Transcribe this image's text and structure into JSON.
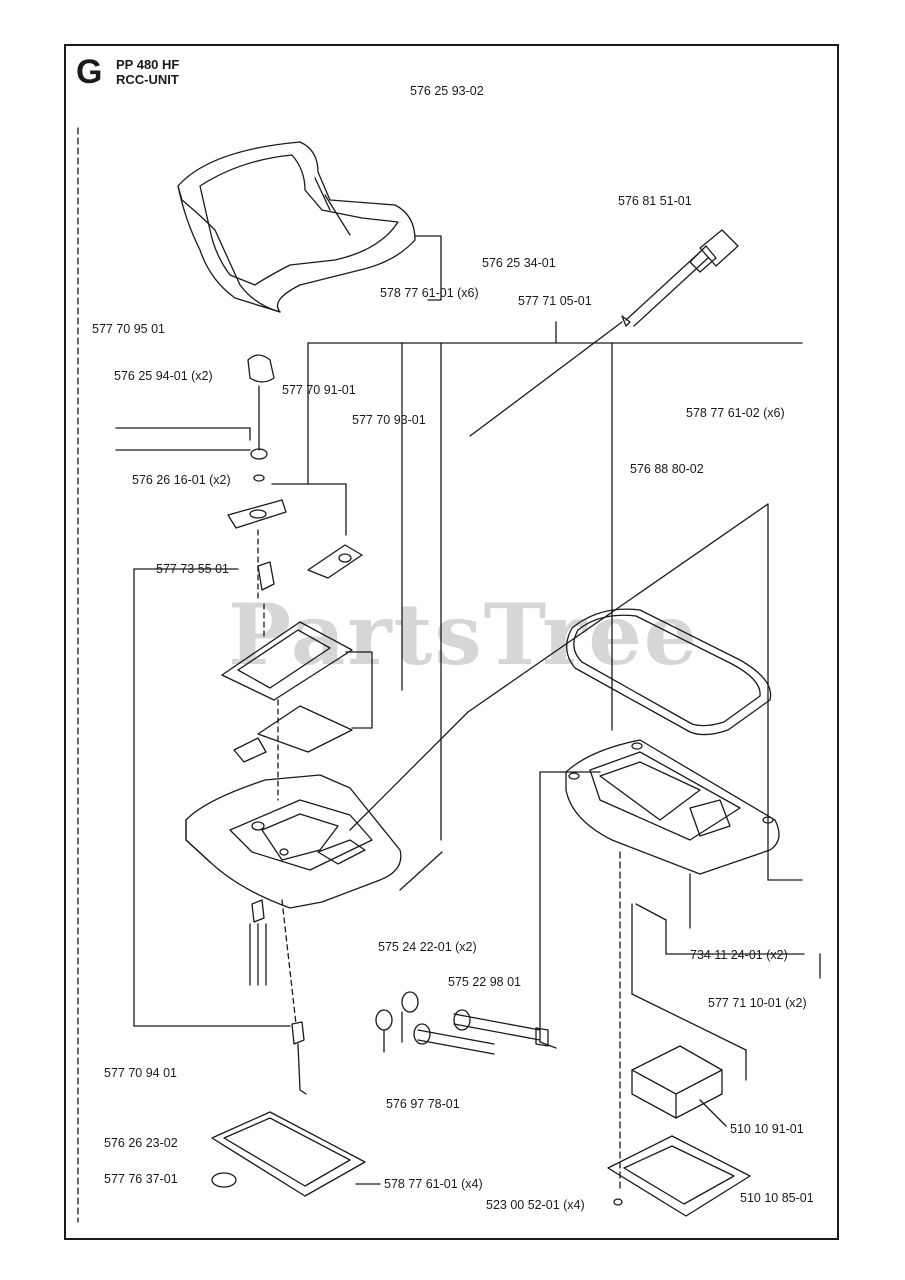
{
  "section": {
    "letter": "G",
    "model": "PP 480 HF",
    "assembly": "RCC-UNIT"
  },
  "watermark": "PartsTree",
  "parts": [
    {
      "id": "p01",
      "number": "576 25 93-02"
    },
    {
      "id": "p02",
      "number": "576 81 51-01"
    },
    {
      "id": "p03",
      "number": "576 25 34-01"
    },
    {
      "id": "p04",
      "number": "578 77 61-01 (x6)"
    },
    {
      "id": "p05",
      "number": "577 71 05-01"
    },
    {
      "id": "p06",
      "number": "577 70 95 01"
    },
    {
      "id": "p07",
      "number": "576 25 94-01 (x2)"
    },
    {
      "id": "p08",
      "number": "577 70 91-01"
    },
    {
      "id": "p09",
      "number": "577 70 93-01"
    },
    {
      "id": "p10",
      "number": "578 77 61-02 (x6)"
    },
    {
      "id": "p11",
      "number": "576 26 16-01 (x2)"
    },
    {
      "id": "p12",
      "number": "576 88 80-02"
    },
    {
      "id": "p13",
      "number": "577 73 55 01"
    },
    {
      "id": "p14",
      "number": "575 24 22-01 (x2)"
    },
    {
      "id": "p15",
      "number": "734 11 24-01 (x2)"
    },
    {
      "id": "p16",
      "number": "575 22 98 01"
    },
    {
      "id": "p17",
      "number": "577 71 10-01 (x2)"
    },
    {
      "id": "p18",
      "number": "577 70 94 01"
    },
    {
      "id": "p19",
      "number": "576 97 78-01"
    },
    {
      "id": "p20",
      "number": "510 10 91-01"
    },
    {
      "id": "p21",
      "number": "576 26 23-02"
    },
    {
      "id": "p22",
      "number": "577 76 37-01"
    },
    {
      "id": "p23",
      "number": "578 77 61-01 (x4)"
    },
    {
      "id": "p24",
      "number": "523 00 52-01 (x4)"
    },
    {
      "id": "p25",
      "number": "510 10 85-01"
    }
  ]
}
